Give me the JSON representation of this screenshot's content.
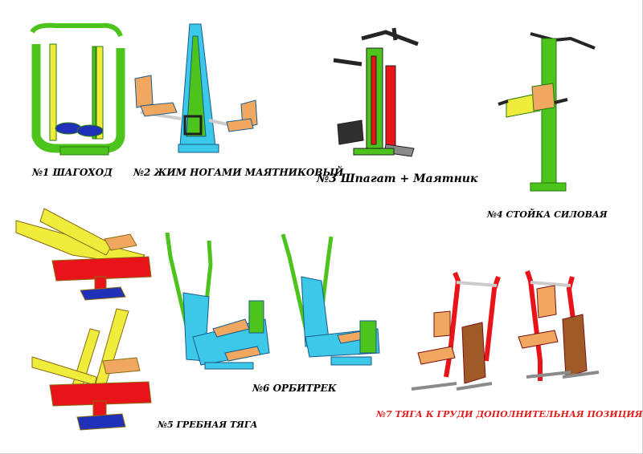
{
  "captions": {
    "c1": "№1 ШАГОХОД",
    "c2": "№2 ЖИМ НОГАМИ МАЯТНИКОВЫЙ",
    "c3": "№3 Шпагат + Маятник",
    "c4": "№4 СТОЙКА СИЛОВАЯ",
    "c5": "№5 ГРЕБНАЯ ТЯГА",
    "c6": "№6 ОРБИТРЕК",
    "c7": "№7 ТЯГА К ГРУДИ ДОПОЛНИТЕЛЬНАЯ ПОЗИЦИЯ"
  },
  "colors": {
    "green": "#4cc41c",
    "yellow": "#f0ec3c",
    "red": "#e8141a",
    "cyan": "#3cc8e8",
    "blue": "#2030b8",
    "wood": "#f0a860",
    "brown": "#a05a28",
    "gray": "#8a8a8a",
    "dark": "#303030",
    "accent_caption": "#e02020"
  }
}
